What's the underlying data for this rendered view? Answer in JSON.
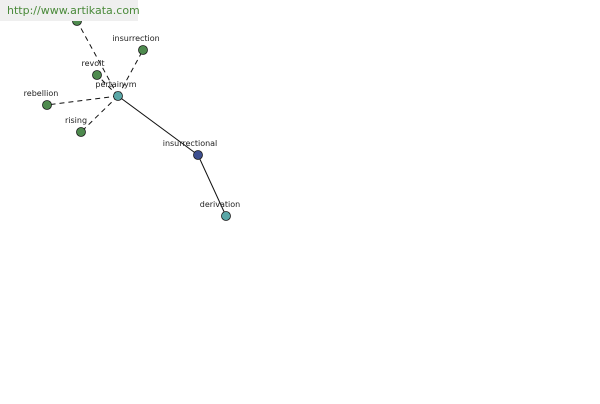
{
  "banner": {
    "url": "http://www.artikata.com"
  },
  "graph": {
    "colors": {
      "synonym": "#4e8a4e",
      "hub": "#5aa7a7",
      "center": "#3d4f8f",
      "edge": "#111111"
    },
    "nodes": [
      {
        "id": "top",
        "label": "",
        "kind": "synonym"
      },
      {
        "id": "insurrection",
        "label": "insurrection",
        "kind": "synonym"
      },
      {
        "id": "revolt",
        "label": "revolt",
        "kind": "synonym"
      },
      {
        "id": "pertainym",
        "label": "pertainym",
        "kind": "hub"
      },
      {
        "id": "rebellion",
        "label": "rebellion",
        "kind": "synonym"
      },
      {
        "id": "rising",
        "label": "rising",
        "kind": "synonym"
      },
      {
        "id": "insurrectional",
        "label": "insurrectional",
        "kind": "center"
      },
      {
        "id": "derivation",
        "label": "derivation",
        "kind": "hub"
      }
    ],
    "edges": [
      {
        "from": "pertainym",
        "to": "top",
        "style": "dashed"
      },
      {
        "from": "pertainym",
        "to": "insurrection",
        "style": "dashed"
      },
      {
        "from": "pertainym",
        "to": "revolt",
        "style": "dashed"
      },
      {
        "from": "pertainym",
        "to": "rebellion",
        "style": "dashed"
      },
      {
        "from": "pertainym",
        "to": "rising",
        "style": "dashed"
      },
      {
        "from": "pertainym",
        "to": "insurrectional",
        "style": "solid"
      },
      {
        "from": "insurrectional",
        "to": "derivation",
        "style": "solid"
      }
    ]
  }
}
